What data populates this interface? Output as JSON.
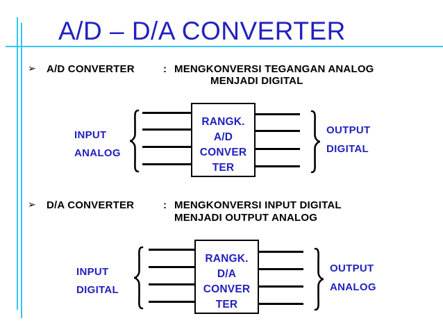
{
  "title": "A/D – D/A CONVERTER",
  "colors": {
    "title_blue": "#2121BE",
    "label_blue": "#2121BE",
    "accent_cyan": "#33C4F0",
    "text_black": "#000000"
  },
  "bullets": [
    {
      "marker": "➢",
      "term": "A/D CONVERTER",
      "colon": ":",
      "definition_line1": "MENGKONVERSI TEGANGAN ANALOG",
      "definition_line2": "MENJADI DIGITAL"
    },
    {
      "marker": "➢",
      "term": "D/A CONVERTER",
      "colon": ":",
      "definition_line1": "MENGKONVERSI INPUT DIGITAL",
      "definition_line2": "MENJADI OUTPUT ANALOG"
    }
  ],
  "diagrams": [
    {
      "input_label_line1": "INPUT",
      "input_label_line2": "ANALOG",
      "box_lines": [
        "RANGK.",
        "A/D",
        "CONVER",
        "TER"
      ],
      "output_label_line1": "OUTPUT",
      "output_label_line2": "DIGITAL"
    },
    {
      "input_label_line1": "INPUT",
      "input_label_line2": "DIGITAL",
      "box_lines": [
        "RANGK.",
        "D/A",
        "CONVER",
        "TER"
      ],
      "output_label_line1": "OUTPUT",
      "output_label_line2": "ANALOG"
    }
  ]
}
